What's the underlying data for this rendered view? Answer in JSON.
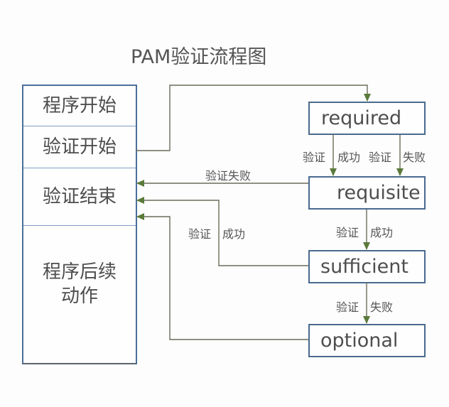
{
  "title": "PAM验证流程图",
  "program_panel": {
    "cells": [
      {
        "label": "程序开始"
      },
      {
        "label": "验证开始"
      },
      {
        "label": "验证结束"
      },
      {
        "label": "程序后续动作"
      }
    ]
  },
  "control_flags": [
    {
      "label": "required"
    },
    {
      "label": "requisite"
    },
    {
      "label": "sufficient"
    },
    {
      "label": "optional"
    }
  ],
  "edge_labels": {
    "required_success_verify": "验证",
    "required_success_result": "成功",
    "required_fail_verify": "验证",
    "required_fail_result": "失败",
    "requisite_fail": "验证失败",
    "requisite_success_verify": "验证",
    "requisite_success_result": "成功",
    "sufficient_success_verify": "验证",
    "sufficient_success_result": "成功",
    "sufficient_fail_verify": "验证",
    "sufficient_fail_result": "失败"
  },
  "colors": {
    "box_border": "#4a6a8e",
    "panel_border": "#4a709a",
    "connector": "#6b6b5a",
    "arrowhead": "#5a7a3a"
  }
}
